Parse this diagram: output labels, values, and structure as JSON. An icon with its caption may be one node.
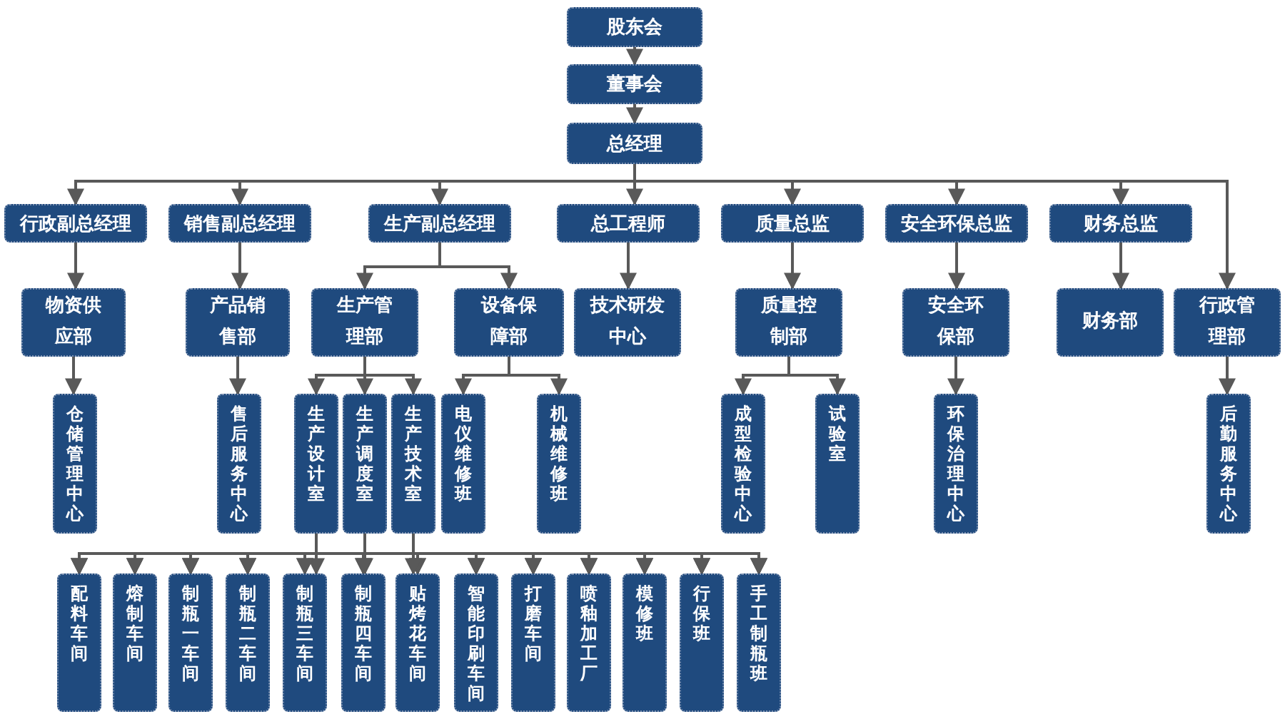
{
  "diagram": {
    "nodes": [
      {
        "text": [
          "股东会"
        ]
      },
      {
        "text": [
          "董事会"
        ]
      },
      {
        "text": [
          "总经理"
        ]
      },
      {
        "text": [
          "行政副总经理"
        ]
      },
      {
        "text": [
          "销售副总经理"
        ]
      },
      {
        "text": [
          "生产副总经理"
        ]
      },
      {
        "text": [
          "总工程师"
        ]
      },
      {
        "text": [
          "质量总监"
        ]
      },
      {
        "text": [
          "安全环保总监"
        ]
      },
      {
        "text": [
          "财务总监"
        ]
      },
      {
        "text": [
          "物资供应部"
        ]
      },
      {
        "text": [
          "产品销售部"
        ]
      },
      {
        "text": [
          "生产管理部"
        ]
      },
      {
        "text": [
          "设备保障部"
        ]
      },
      {
        "text": [
          "技术研发中心"
        ]
      },
      {
        "text": [
          "质量控制部"
        ]
      },
      {
        "text": [
          "安全环保部"
        ]
      },
      {
        "text": [
          "财务部"
        ]
      },
      {
        "text": [
          "行政管理部"
        ]
      },
      {
        "text": [
          "仓储管理中心"
        ]
      },
      {
        "text": [
          "售后服务中心"
        ]
      },
      {
        "text": [
          "生产设计室"
        ]
      },
      {
        "text": [
          "生产调度室"
        ]
      },
      {
        "text": [
          "生产技术室"
        ]
      },
      {
        "text": [
          "电仪维修班"
        ]
      },
      {
        "text": [
          "机械维修班"
        ]
      },
      {
        "text": [
          "成型检验中心"
        ]
      },
      {
        "text": [
          "试验室"
        ]
      },
      {
        "text": [
          "环保治理中心"
        ]
      },
      {
        "text": [
          "后勤服务中心"
        ]
      },
      {
        "text": [
          "配料车间"
        ]
      },
      {
        "text": [
          "熔制车间"
        ]
      },
      {
        "text": [
          "制瓶一车间"
        ]
      },
      {
        "text": [
          "制瓶二车间"
        ]
      },
      {
        "text": [
          "制瓶三车间"
        ]
      },
      {
        "text": [
          "制瓶四车间"
        ]
      },
      {
        "text": [
          "贴烤花车间"
        ]
      },
      {
        "text": [
          "智能印刷车间"
        ]
      },
      {
        "text": [
          "打磨车间"
        ]
      },
      {
        "text": [
          "喷釉加工厂"
        ]
      },
      {
        "text": [
          "模修班"
        ]
      },
      {
        "text": [
          "行保班"
        ]
      },
      {
        "text": [
          "手工制瓶班"
        ]
      }
    ],
    "edges": [
      {
        "from": 0,
        "to": 1,
        "arrow": "to"
      },
      {
        "from": 1,
        "to": 2,
        "arrow": "to"
      },
      {
        "from": 2,
        "to": 3,
        "arrow": "to"
      },
      {
        "from": 2,
        "to": 4,
        "arrow": "to"
      },
      {
        "from": 2,
        "to": 5,
        "arrow": "to"
      },
      {
        "from": 2,
        "to": 6,
        "arrow": "to"
      },
      {
        "from": 2,
        "to": 7,
        "arrow": "to"
      },
      {
        "from": 2,
        "to": 8,
        "arrow": "to"
      },
      {
        "from": 2,
        "to": 9,
        "arrow": "to"
      },
      {
        "from": 2,
        "to": 18,
        "arrow": "to"
      },
      {
        "from": 3,
        "to": 10,
        "arrow": "to"
      },
      {
        "from": 4,
        "to": 11,
        "arrow": "to"
      },
      {
        "from": 5,
        "to": 12,
        "arrow": "to"
      },
      {
        "from": 5,
        "to": 13,
        "arrow": "to"
      },
      {
        "from": 6,
        "to": 14,
        "arrow": "to"
      },
      {
        "from": 7,
        "to": 15,
        "arrow": "to"
      },
      {
        "from": 8,
        "to": 16,
        "arrow": "to"
      },
      {
        "from": 9,
        "to": 17,
        "arrow": "to"
      },
      {
        "from": 10,
        "to": 19,
        "arrow": "to"
      },
      {
        "from": 11,
        "to": 20,
        "arrow": "to"
      },
      {
        "from": 12,
        "to": 21,
        "arrow": "to"
      },
      {
        "from": 12,
        "to": 22,
        "arrow": "to"
      },
      {
        "from": 12,
        "to": 23,
        "arrow": "to"
      },
      {
        "from": 13,
        "to": 24,
        "arrow": "to"
      },
      {
        "from": 13,
        "to": 25,
        "arrow": "to"
      },
      {
        "from": 15,
        "to": 26,
        "arrow": "to"
      },
      {
        "from": 15,
        "to": 27,
        "arrow": "to"
      },
      {
        "from": 16,
        "to": 28,
        "arrow": "to"
      },
      {
        "from": 18,
        "to": 29,
        "arrow": "to"
      },
      {
        "from": 21,
        "to": 30,
        "arrow": "to"
      },
      {
        "from": 21,
        "to": 31,
        "arrow": "to"
      },
      {
        "from": 21,
        "to": 32,
        "arrow": "to"
      },
      {
        "from": 21,
        "to": 33,
        "arrow": "to"
      },
      {
        "from": 21,
        "to": 34,
        "arrow": "to"
      },
      {
        "from": 21,
        "to": 35,
        "arrow": "to"
      },
      {
        "from": 21,
        "to": 36,
        "arrow": "to"
      },
      {
        "from": 21,
        "to": 37,
        "arrow": "to"
      },
      {
        "from": 21,
        "to": 38,
        "arrow": "to"
      },
      {
        "from": 21,
        "to": 39,
        "arrow": "to"
      },
      {
        "from": 21,
        "to": 40,
        "arrow": "to"
      },
      {
        "from": 21,
        "to": 41,
        "arrow": "to"
      },
      {
        "from": 21,
        "to": 42,
        "arrow": "to"
      },
      {
        "from": 22,
        "to": 30,
        "arrow": "to"
      },
      {
        "from": 22,
        "to": 31,
        "arrow": "to"
      },
      {
        "from": 22,
        "to": 32,
        "arrow": "to"
      },
      {
        "from": 22,
        "to": 33,
        "arrow": "to"
      },
      {
        "from": 22,
        "to": 34,
        "arrow": "to"
      },
      {
        "from": 22,
        "to": 35,
        "arrow": "to"
      },
      {
        "from": 22,
        "to": 36,
        "arrow": "to"
      },
      {
        "from": 22,
        "to": 37,
        "arrow": "to"
      },
      {
        "from": 22,
        "to": 38,
        "arrow": "to"
      },
      {
        "from": 22,
        "to": 39,
        "arrow": "to"
      },
      {
        "from": 22,
        "to": 40,
        "arrow": "to"
      },
      {
        "from": 22,
        "to": 41,
        "arrow": "to"
      },
      {
        "from": 22,
        "to": 42,
        "arrow": "to"
      },
      {
        "from": 23,
        "to": 30,
        "arrow": "to"
      },
      {
        "from": 23,
        "to": 31,
        "arrow": "to"
      },
      {
        "from": 23,
        "to": 32,
        "arrow": "to"
      },
      {
        "from": 23,
        "to": 33,
        "arrow": "to"
      },
      {
        "from": 23,
        "to": 34,
        "arrow": "to"
      },
      {
        "from": 23,
        "to": 35,
        "arrow": "to"
      },
      {
        "from": 23,
        "to": 36,
        "arrow": "to"
      },
      {
        "from": 23,
        "to": 37,
        "arrow": "to"
      },
      {
        "from": 23,
        "to": 38,
        "arrow": "to"
      },
      {
        "from": 23,
        "to": 39,
        "arrow": "to"
      },
      {
        "from": 23,
        "to": 40,
        "arrow": "to"
      },
      {
        "from": 23,
        "to": 41,
        "arrow": "to"
      },
      {
        "from": 23,
        "to": 42,
        "arrow": "to"
      }
    ]
  }
}
